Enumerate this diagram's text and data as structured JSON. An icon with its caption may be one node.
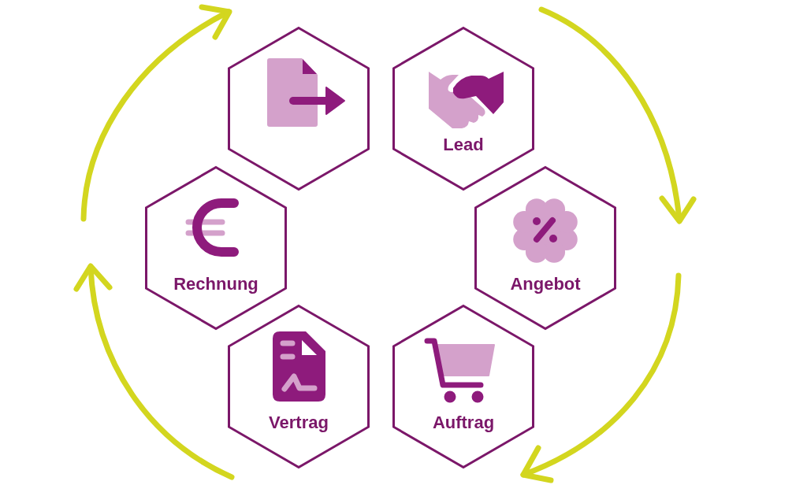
{
  "diagram": {
    "nodes": [
      {
        "text": [],
        "shape": "hexagon"
      },
      {
        "text": [
          "Lead"
        ]
      },
      {
        "text": [
          "Rechnung"
        ]
      },
      {
        "text": [
          "Angebot"
        ]
      },
      {
        "text": [
          "Vertrag"
        ]
      },
      {
        "text": [
          "Auftrag"
        ]
      }
    ]
  }
}
